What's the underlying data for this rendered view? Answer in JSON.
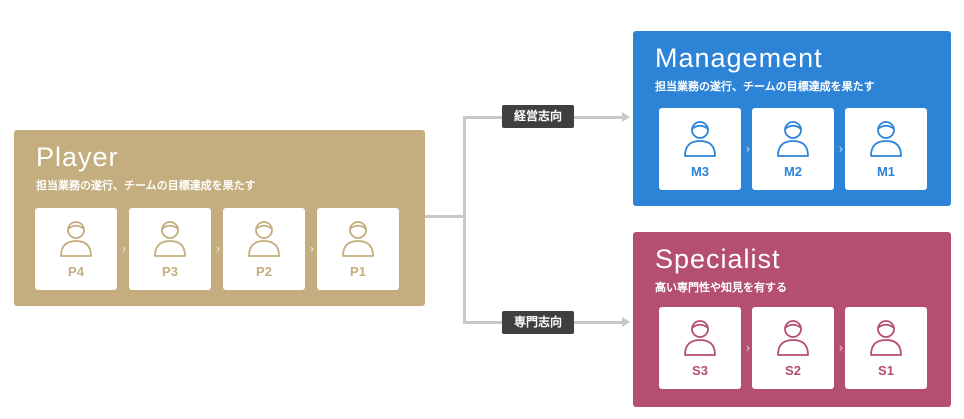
{
  "colors": {
    "player": "#c4ad7e",
    "management": "#2d84d6",
    "specialist": "#b44f73",
    "connector": "#c8c8c8",
    "pill": "#3f3f3f"
  },
  "player": {
    "title": "Player",
    "subtitle": "担当業務の遂行、チームの目標達成を果たす",
    "cards": [
      "P4",
      "P3",
      "P2",
      "P1"
    ]
  },
  "management": {
    "title": "Management",
    "subtitle": "担当業務の遂行、チームの目標達成を果たす",
    "cards": [
      "M3",
      "M2",
      "M1"
    ]
  },
  "specialist": {
    "title": "Specialist",
    "subtitle": "高い専門性や知見を有する",
    "cards": [
      "S3",
      "S2",
      "S1"
    ]
  },
  "paths": {
    "management_label": "経営志向",
    "specialist_label": "専門志向"
  },
  "icons": {
    "person": "person-icon",
    "chevron": "chevron-right-icon"
  }
}
